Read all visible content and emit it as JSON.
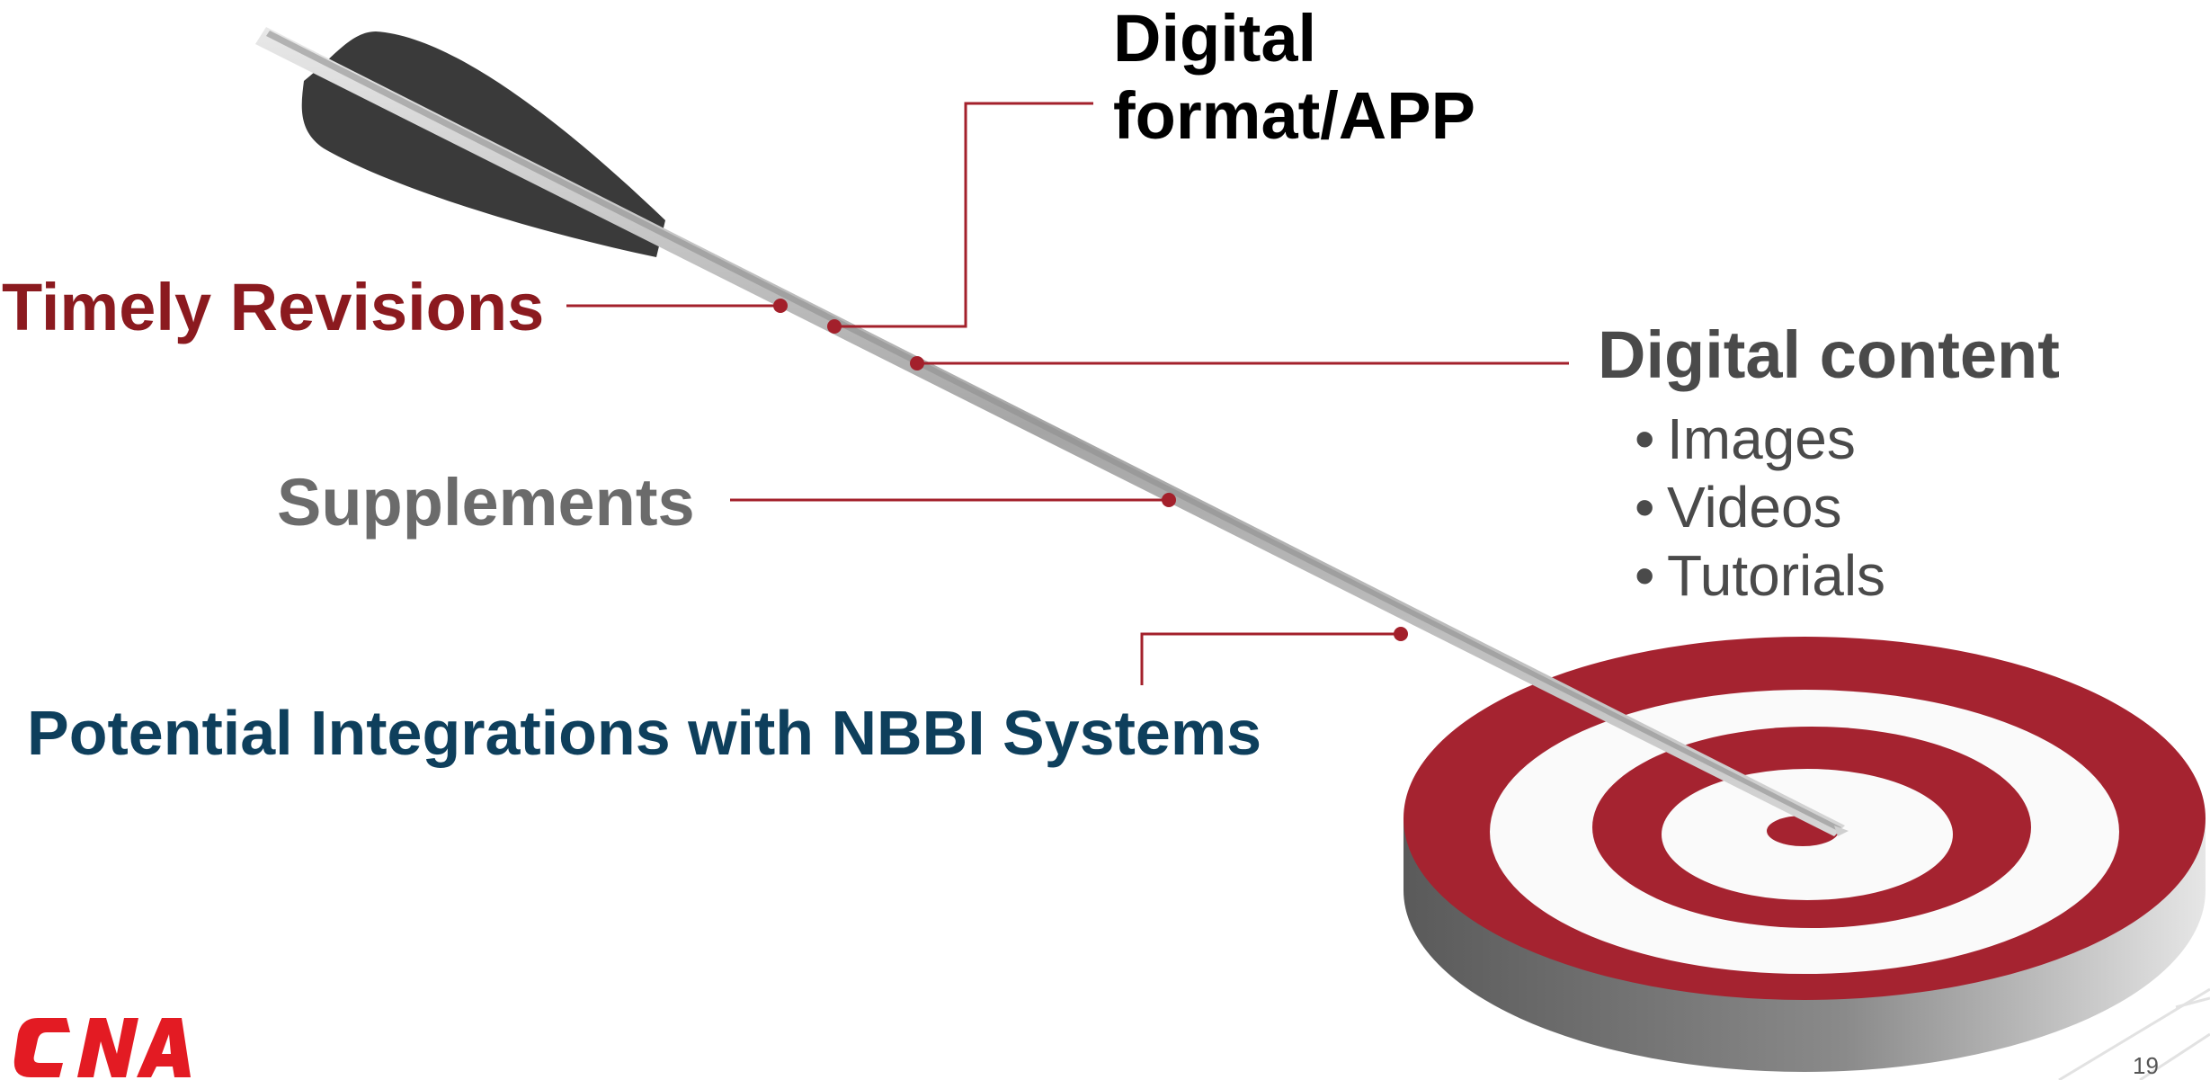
{
  "labels": {
    "digital_format_line1": "Digital",
    "digital_format_line2": "format/APP",
    "timely_revisions": "Timely Revisions",
    "digital_content": "Digital content",
    "supplements": "Supplements",
    "potential_integrations": "Potential Integrations with NBBI Systems"
  },
  "digital_content_items": [
    "Images",
    "Videos",
    "Tutorials"
  ],
  "bullet_char": "•",
  "page_number": "19",
  "logo": {
    "text": "CNA",
    "color": "#e31b23"
  },
  "colors": {
    "callout_line": "#a3202b",
    "target_red": "#a52330",
    "arrow_fletching": "#3a3a3a",
    "arrow_shaft": "#a9a9a9",
    "timely_revisions_text": "#8b1a1f",
    "digital_content_text": "#4a4a4a",
    "supplements_text": "#6b6b6b",
    "integrations_text": "#0e3f5c"
  }
}
